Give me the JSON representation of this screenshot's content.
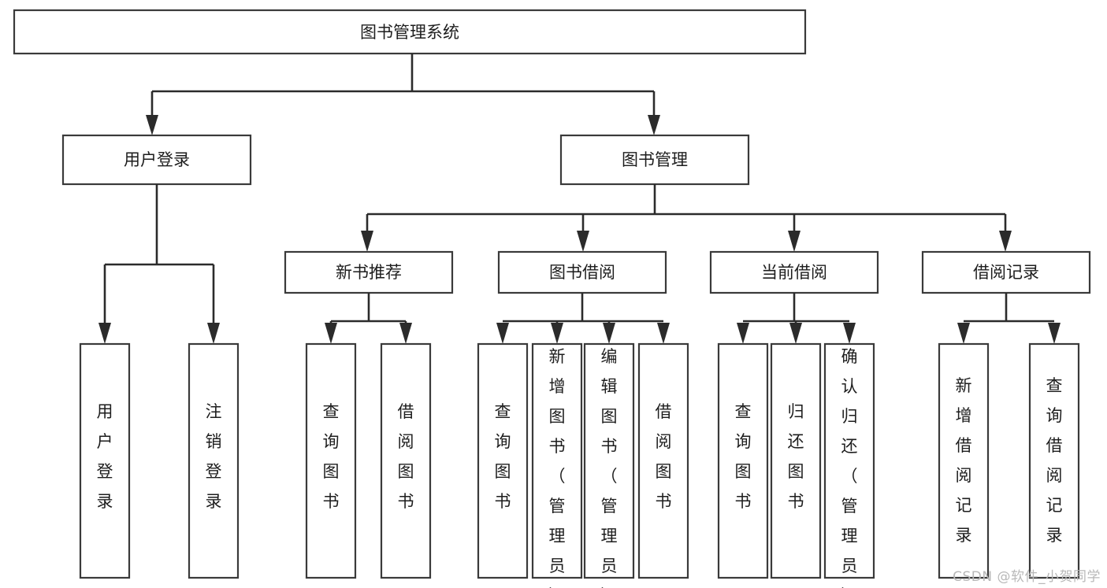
{
  "diagram": {
    "type": "tree",
    "title": "图书管理系统",
    "watermark": "CSDN @软件_小贺同学",
    "colors": {
      "box_stroke": "#3a3a3a",
      "connector": "#2b2b2b",
      "background": "#ffffff",
      "text": "#1d1d1d",
      "watermark": "#b8b8b8"
    },
    "nodes": {
      "root": {
        "label": "图书管理系统",
        "orientation": "horizontal",
        "level": 0
      },
      "l1": [
        {
          "id": "user-login",
          "label": "用户登录",
          "orientation": "horizontal",
          "level": 1
        },
        {
          "id": "book-manage",
          "label": "图书管理",
          "orientation": "horizontal",
          "level": 1
        }
      ],
      "l2": [
        {
          "id": "new-book-rec",
          "label": "新书推荐",
          "orientation": "horizontal",
          "level": 2,
          "parent": "book-manage"
        },
        {
          "id": "book-borrow",
          "label": "图书借阅",
          "orientation": "horizontal",
          "level": 2,
          "parent": "book-manage"
        },
        {
          "id": "current-borrow",
          "label": "当前借阅",
          "orientation": "horizontal",
          "level": 2,
          "parent": "book-manage"
        },
        {
          "id": "borrow-record",
          "label": "借阅记录",
          "orientation": "horizontal",
          "level": 2,
          "parent": "book-manage"
        }
      ],
      "leaves": [
        {
          "id": "leaf-user-login",
          "label": "用户登录",
          "orientation": "vertical",
          "parent": "user-login"
        },
        {
          "id": "leaf-logout",
          "label": "注销登录",
          "orientation": "vertical",
          "parent": "user-login"
        },
        {
          "id": "leaf-query-book-1",
          "label": "查询图书",
          "orientation": "vertical",
          "parent": "new-book-rec"
        },
        {
          "id": "leaf-borrow-book-1",
          "label": "借阅图书",
          "orientation": "vertical",
          "parent": "new-book-rec"
        },
        {
          "id": "leaf-query-book-2",
          "label": "查询图书",
          "orientation": "vertical",
          "parent": "book-borrow"
        },
        {
          "id": "leaf-add-book",
          "label": "新增图书（管理员）",
          "orientation": "vertical",
          "parent": "book-borrow"
        },
        {
          "id": "leaf-edit-book",
          "label": "编辑图书（管理员）",
          "orientation": "vertical",
          "parent": "book-borrow"
        },
        {
          "id": "leaf-borrow-book-2",
          "label": "借阅图书",
          "orientation": "vertical",
          "parent": "book-borrow"
        },
        {
          "id": "leaf-query-book-3",
          "label": "查询图书",
          "orientation": "vertical",
          "parent": "current-borrow"
        },
        {
          "id": "leaf-return-book",
          "label": "归还图书",
          "orientation": "vertical",
          "parent": "current-borrow"
        },
        {
          "id": "leaf-confirm-return",
          "label": "确认归还（管理员）",
          "orientation": "vertical",
          "parent": "current-borrow"
        },
        {
          "id": "leaf-add-record",
          "label": "新增借阅记录",
          "orientation": "vertical",
          "parent": "borrow-record"
        },
        {
          "id": "leaf-query-record",
          "label": "查询借阅记录",
          "orientation": "vertical",
          "parent": "borrow-record"
        }
      ]
    }
  }
}
